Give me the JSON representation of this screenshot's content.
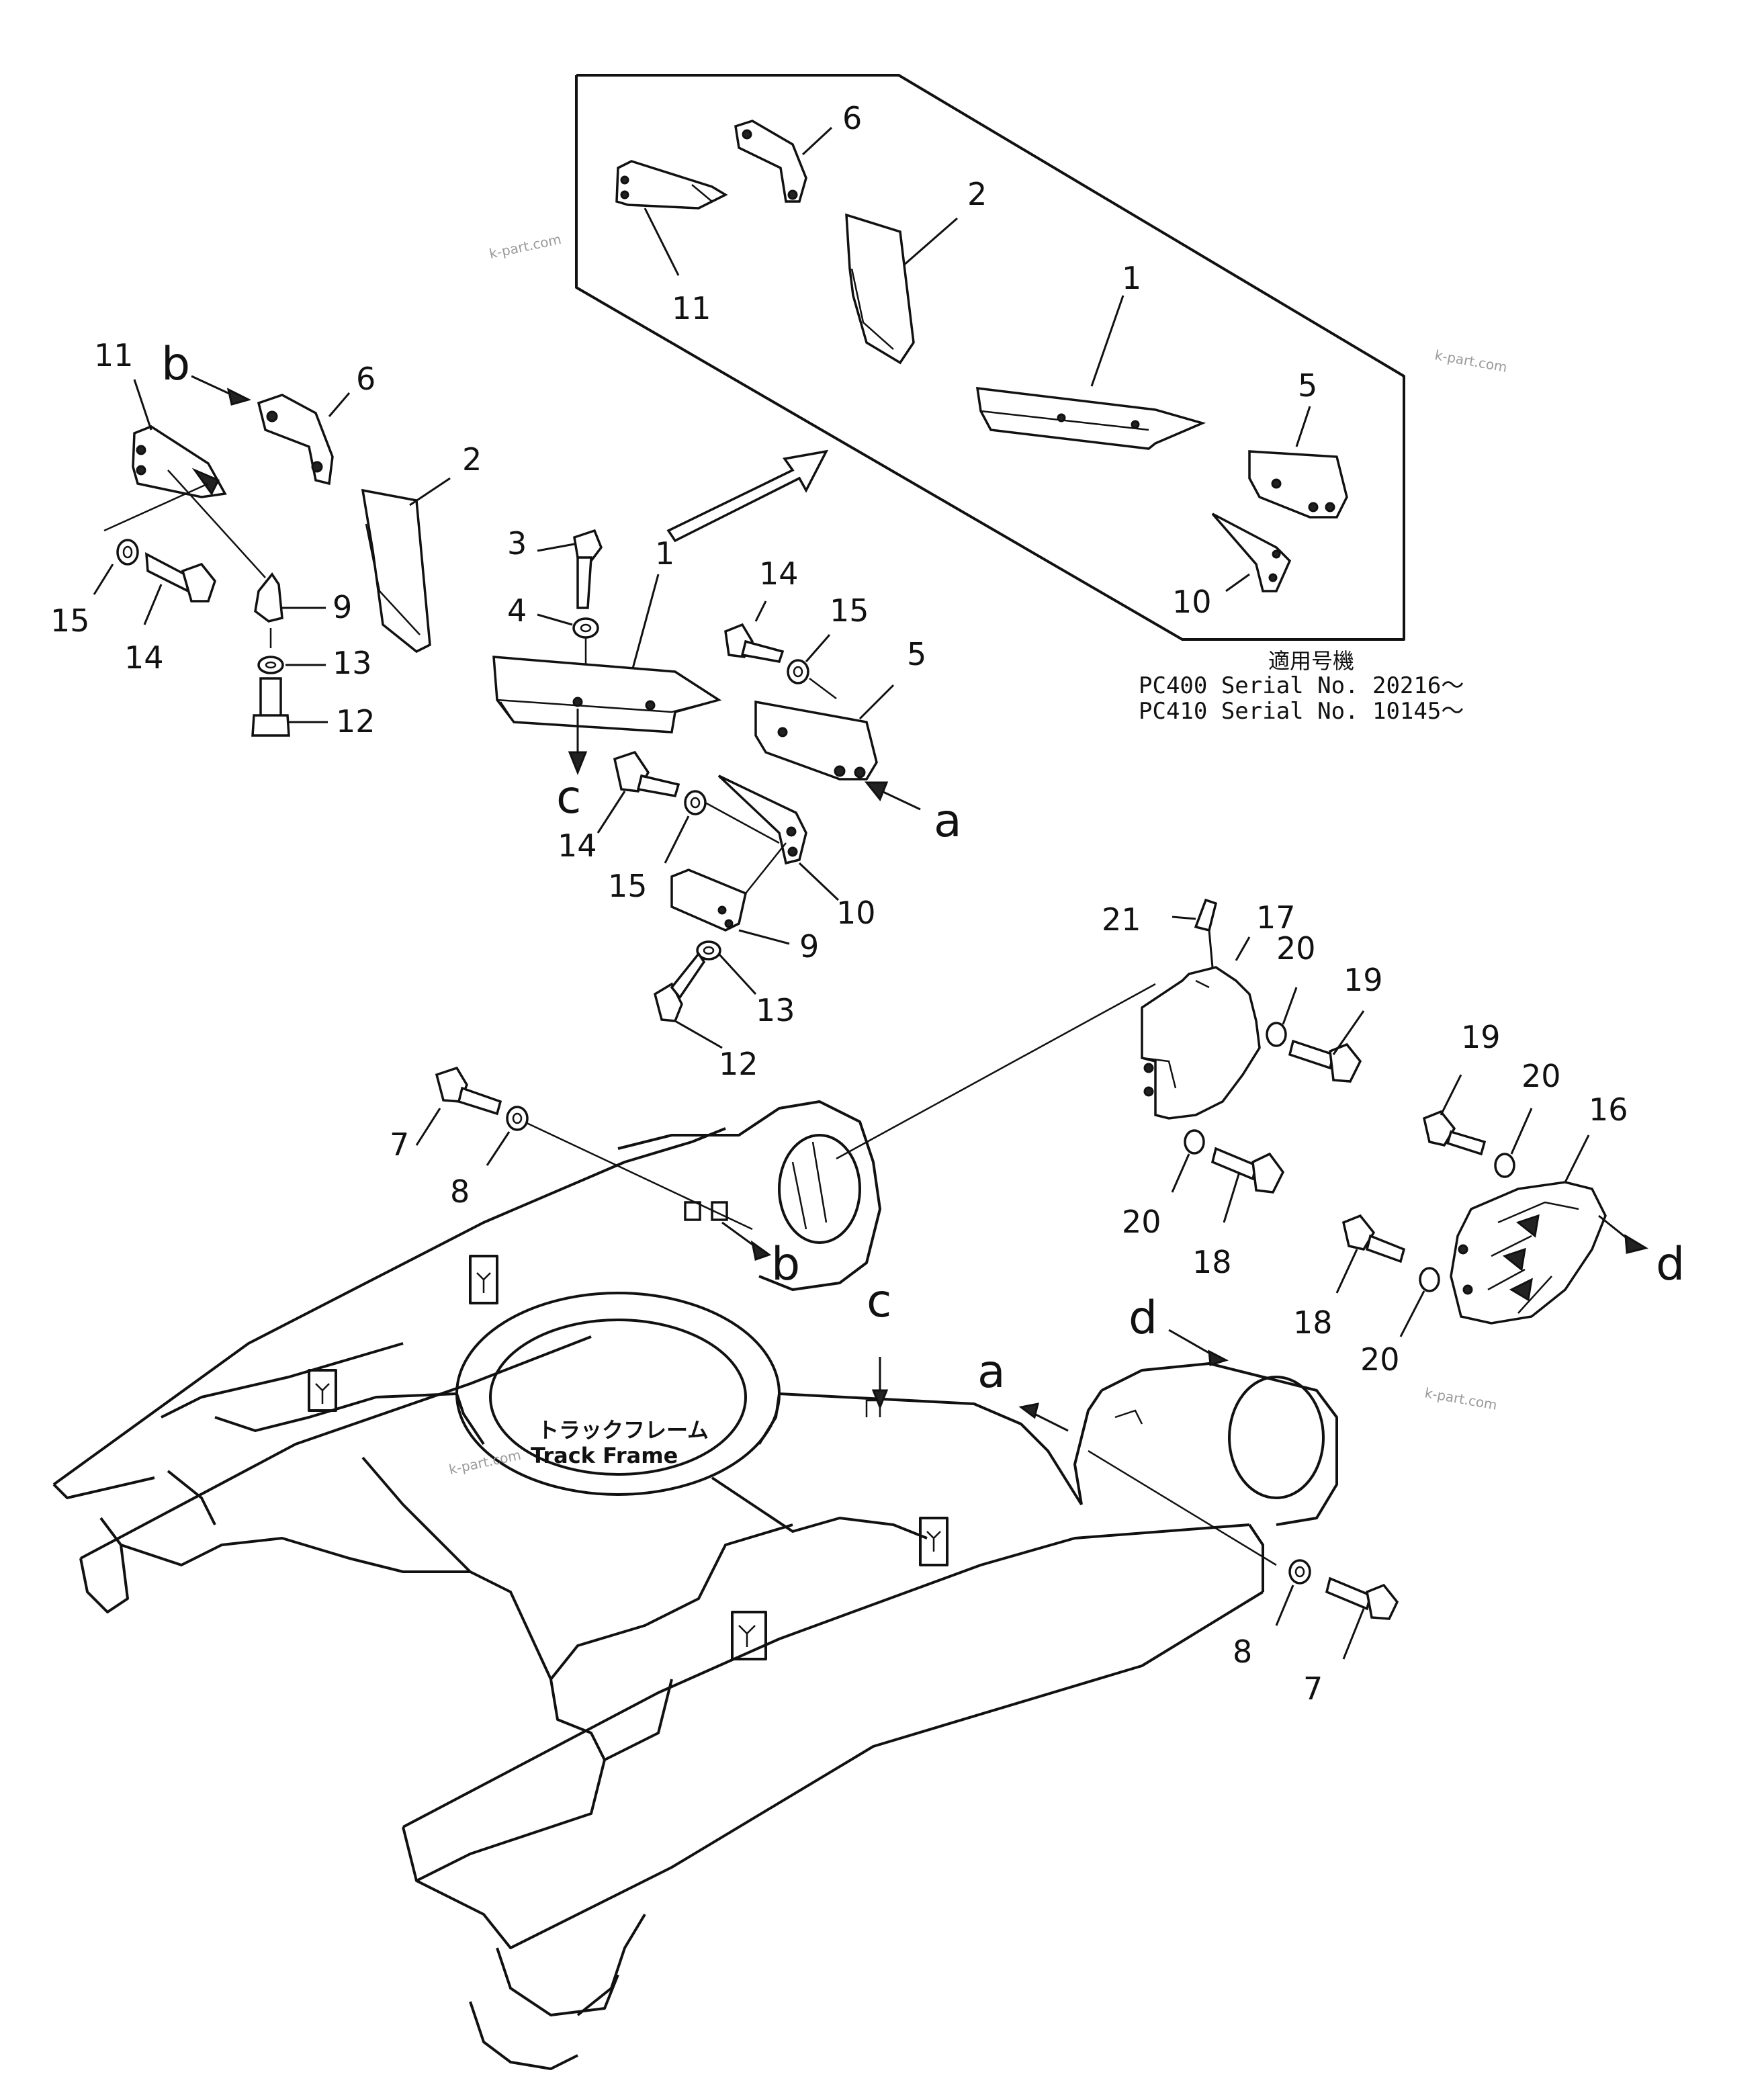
{
  "inset": {
    "applicable_heading": "適用号機",
    "serial_lines": [
      "PC400  Serial  No.  20216～",
      "PC410  Serial  No.  10145～"
    ],
    "callouts": [
      "6",
      "2",
      "1",
      "11",
      "5",
      "10"
    ]
  },
  "callouts": [
    "11",
    "6",
    "2",
    "3",
    "1",
    "4",
    "14",
    "15",
    "5",
    "15",
    "14",
    "9",
    "13",
    "12",
    "14",
    "15",
    "10",
    "9",
    "13",
    "12",
    "21",
    "17",
    "20",
    "19",
    "19",
    "20",
    "16",
    "7",
    "8",
    "20",
    "18",
    "18",
    "20",
    "8",
    "7"
  ],
  "view_letters": [
    "b",
    "c",
    "a",
    "b",
    "c",
    "a",
    "d",
    "d"
  ],
  "frame_label": {
    "jp": "トラックフレーム",
    "en": "Track  Frame"
  },
  "watermarks": [
    "k-part.com",
    "k-part.com",
    "k-part.com",
    "k-part.com"
  ]
}
